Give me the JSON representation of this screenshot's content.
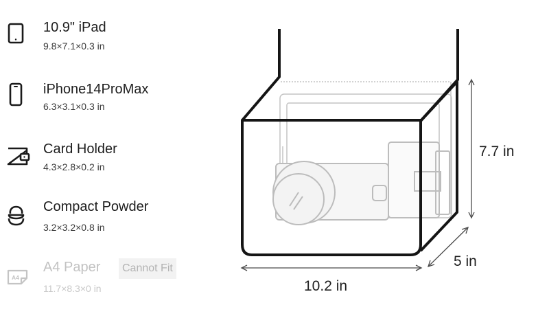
{
  "items": [
    {
      "name": "10.9\" iPad",
      "dims": "9.8×7.1×0.3 in",
      "icon": "tablet-icon"
    },
    {
      "name": "iPhone14ProMax",
      "dims": "6.3×3.1×0.3 in",
      "icon": "phone-icon"
    },
    {
      "name": "Card Holder",
      "dims": "4.3×2.8×0.2 in",
      "icon": "wallet-icon"
    },
    {
      "name": "Compact Powder",
      "dims": "3.2×3.2×0.8 in",
      "icon": "compact-icon"
    },
    {
      "name": "A4 Paper",
      "dims": "11.7×8.3×0 in",
      "icon": "a4-paper-icon",
      "status": "Cannot Fit",
      "icon_text": "A4"
    }
  ],
  "bag": {
    "width_label": "10.2 in",
    "height_label": "7.7 in",
    "depth_label": "5 in"
  },
  "colors": {
    "text": "#1d1d1d",
    "disabled_text": "#c2c2c2",
    "badge_bg": "#f2f2f2",
    "outline": "#151515",
    "ghost": "#bdbdbd"
  }
}
